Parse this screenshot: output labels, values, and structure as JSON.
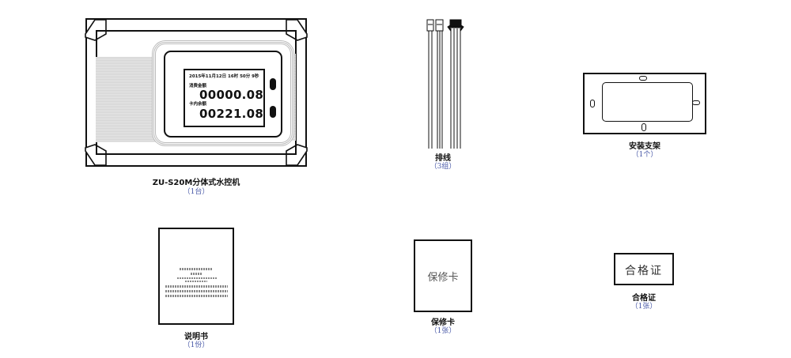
{
  "items": [
    {
      "name": "ZU-S20M分体式水控机",
      "qty": "（1台）",
      "display": {
        "datetime": "2015年11月12日   16时 50分 9秒",
        "label_1": "消费金额",
        "value_1": "00000.08",
        "label_2": "卡内余额",
        "value_2": "00221.08"
      }
    },
    {
      "name": "排线",
      "qty": "（3组）"
    },
    {
      "name": "安装支架",
      "qty": "（1个）"
    },
    {
      "name": "说明书",
      "qty": "（1份）"
    },
    {
      "name": "保修卡",
      "qty": "（1张）",
      "card_text": "保修卡"
    },
    {
      "name": "合格证",
      "qty": "（1张）",
      "card_text": "合格证"
    }
  ],
  "colors": {
    "line": "#111111",
    "qty_text": "#4a5aa8",
    "stripe": "#d4d4d4"
  }
}
